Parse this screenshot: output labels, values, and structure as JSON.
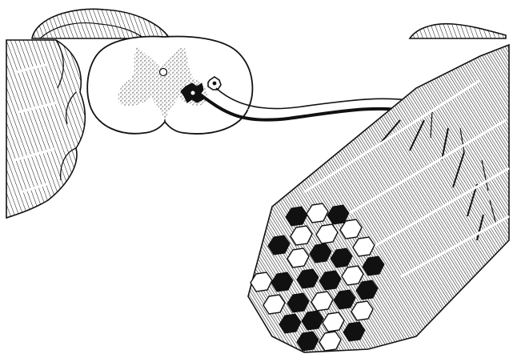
{
  "diagram": {
    "style": "black line drawing on white",
    "colors": {
      "ink": "#111111",
      "paper": "#ffffff",
      "stipple": "#3a3a3a"
    },
    "components": {
      "spinal_cord": "spinal-cord-cross-section",
      "gray_matter": "stippled-gray-matter",
      "central_canal": "central-canal",
      "motor_neuron_dark": "dark-motor-neuron",
      "motor_neuron_light": "light-motor-neuron",
      "axons": "two-motor-axons",
      "muscle_bundle": "muscle-fascicle",
      "muscle_fibers_dark": "dark-fiber-motor-unit",
      "muscle_fibers_light": "light-fiber-motor-unit",
      "left_muscle": "cut-muscle-left",
      "top_muscles": "cut-muscles-top"
    },
    "fiber_units": {
      "dark": 1,
      "light": 0
    }
  }
}
